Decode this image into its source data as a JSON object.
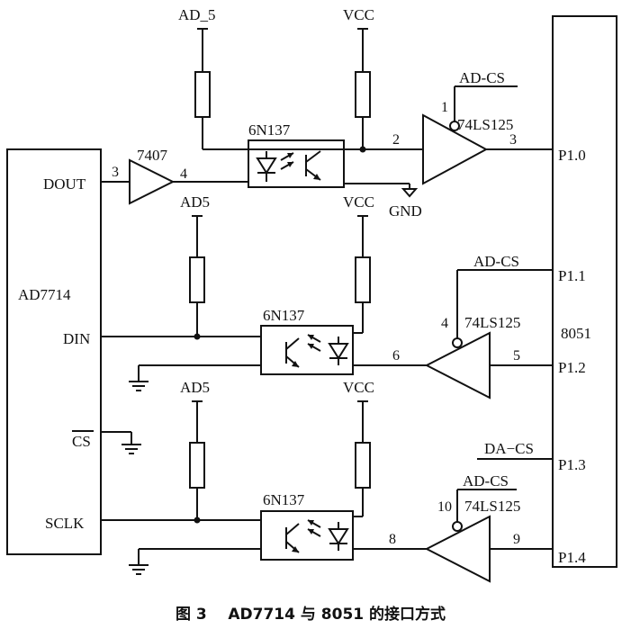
{
  "chips": {
    "adc": {
      "name": "AD7714",
      "dout": "DOUT",
      "din": "DIN",
      "cs": "CS",
      "sclk": "SCLK"
    },
    "mcu": {
      "name": "8051",
      "p10": "P1.0",
      "p11": "P1.1",
      "p12": "P1.2",
      "p13": "P1.3",
      "p14": "P1.4"
    }
  },
  "buffer_7407": {
    "name": "7407",
    "pin_in": "3",
    "pin_out": "4"
  },
  "optos": [
    {
      "name": "6N137",
      "pull_up": "AD_5",
      "supply": "VCC",
      "ground": "GND"
    },
    {
      "name": "6N137",
      "pull_up": "AD5",
      "supply": "VCC"
    },
    {
      "name": "6N137",
      "pull_up": "AD5",
      "supply": "VCC"
    }
  ],
  "buffers_74ls125": [
    {
      "name": "74LS125",
      "enable_net": "AD-CS",
      "pin_en": "1",
      "pin_in": "2",
      "pin_out": "3"
    },
    {
      "name": "74LS125",
      "enable_net": "AD-CS",
      "pin_en": "4",
      "pin_in": "6",
      "pin_out": "5"
    },
    {
      "name": "74LS125",
      "enable_net": "AD-CS",
      "pin_en": "10",
      "pin_in": "8",
      "pin_out": "9"
    }
  ],
  "da_cs": "DA−CS",
  "caption": "图 3    AD7714 与 8051 的接口方式"
}
